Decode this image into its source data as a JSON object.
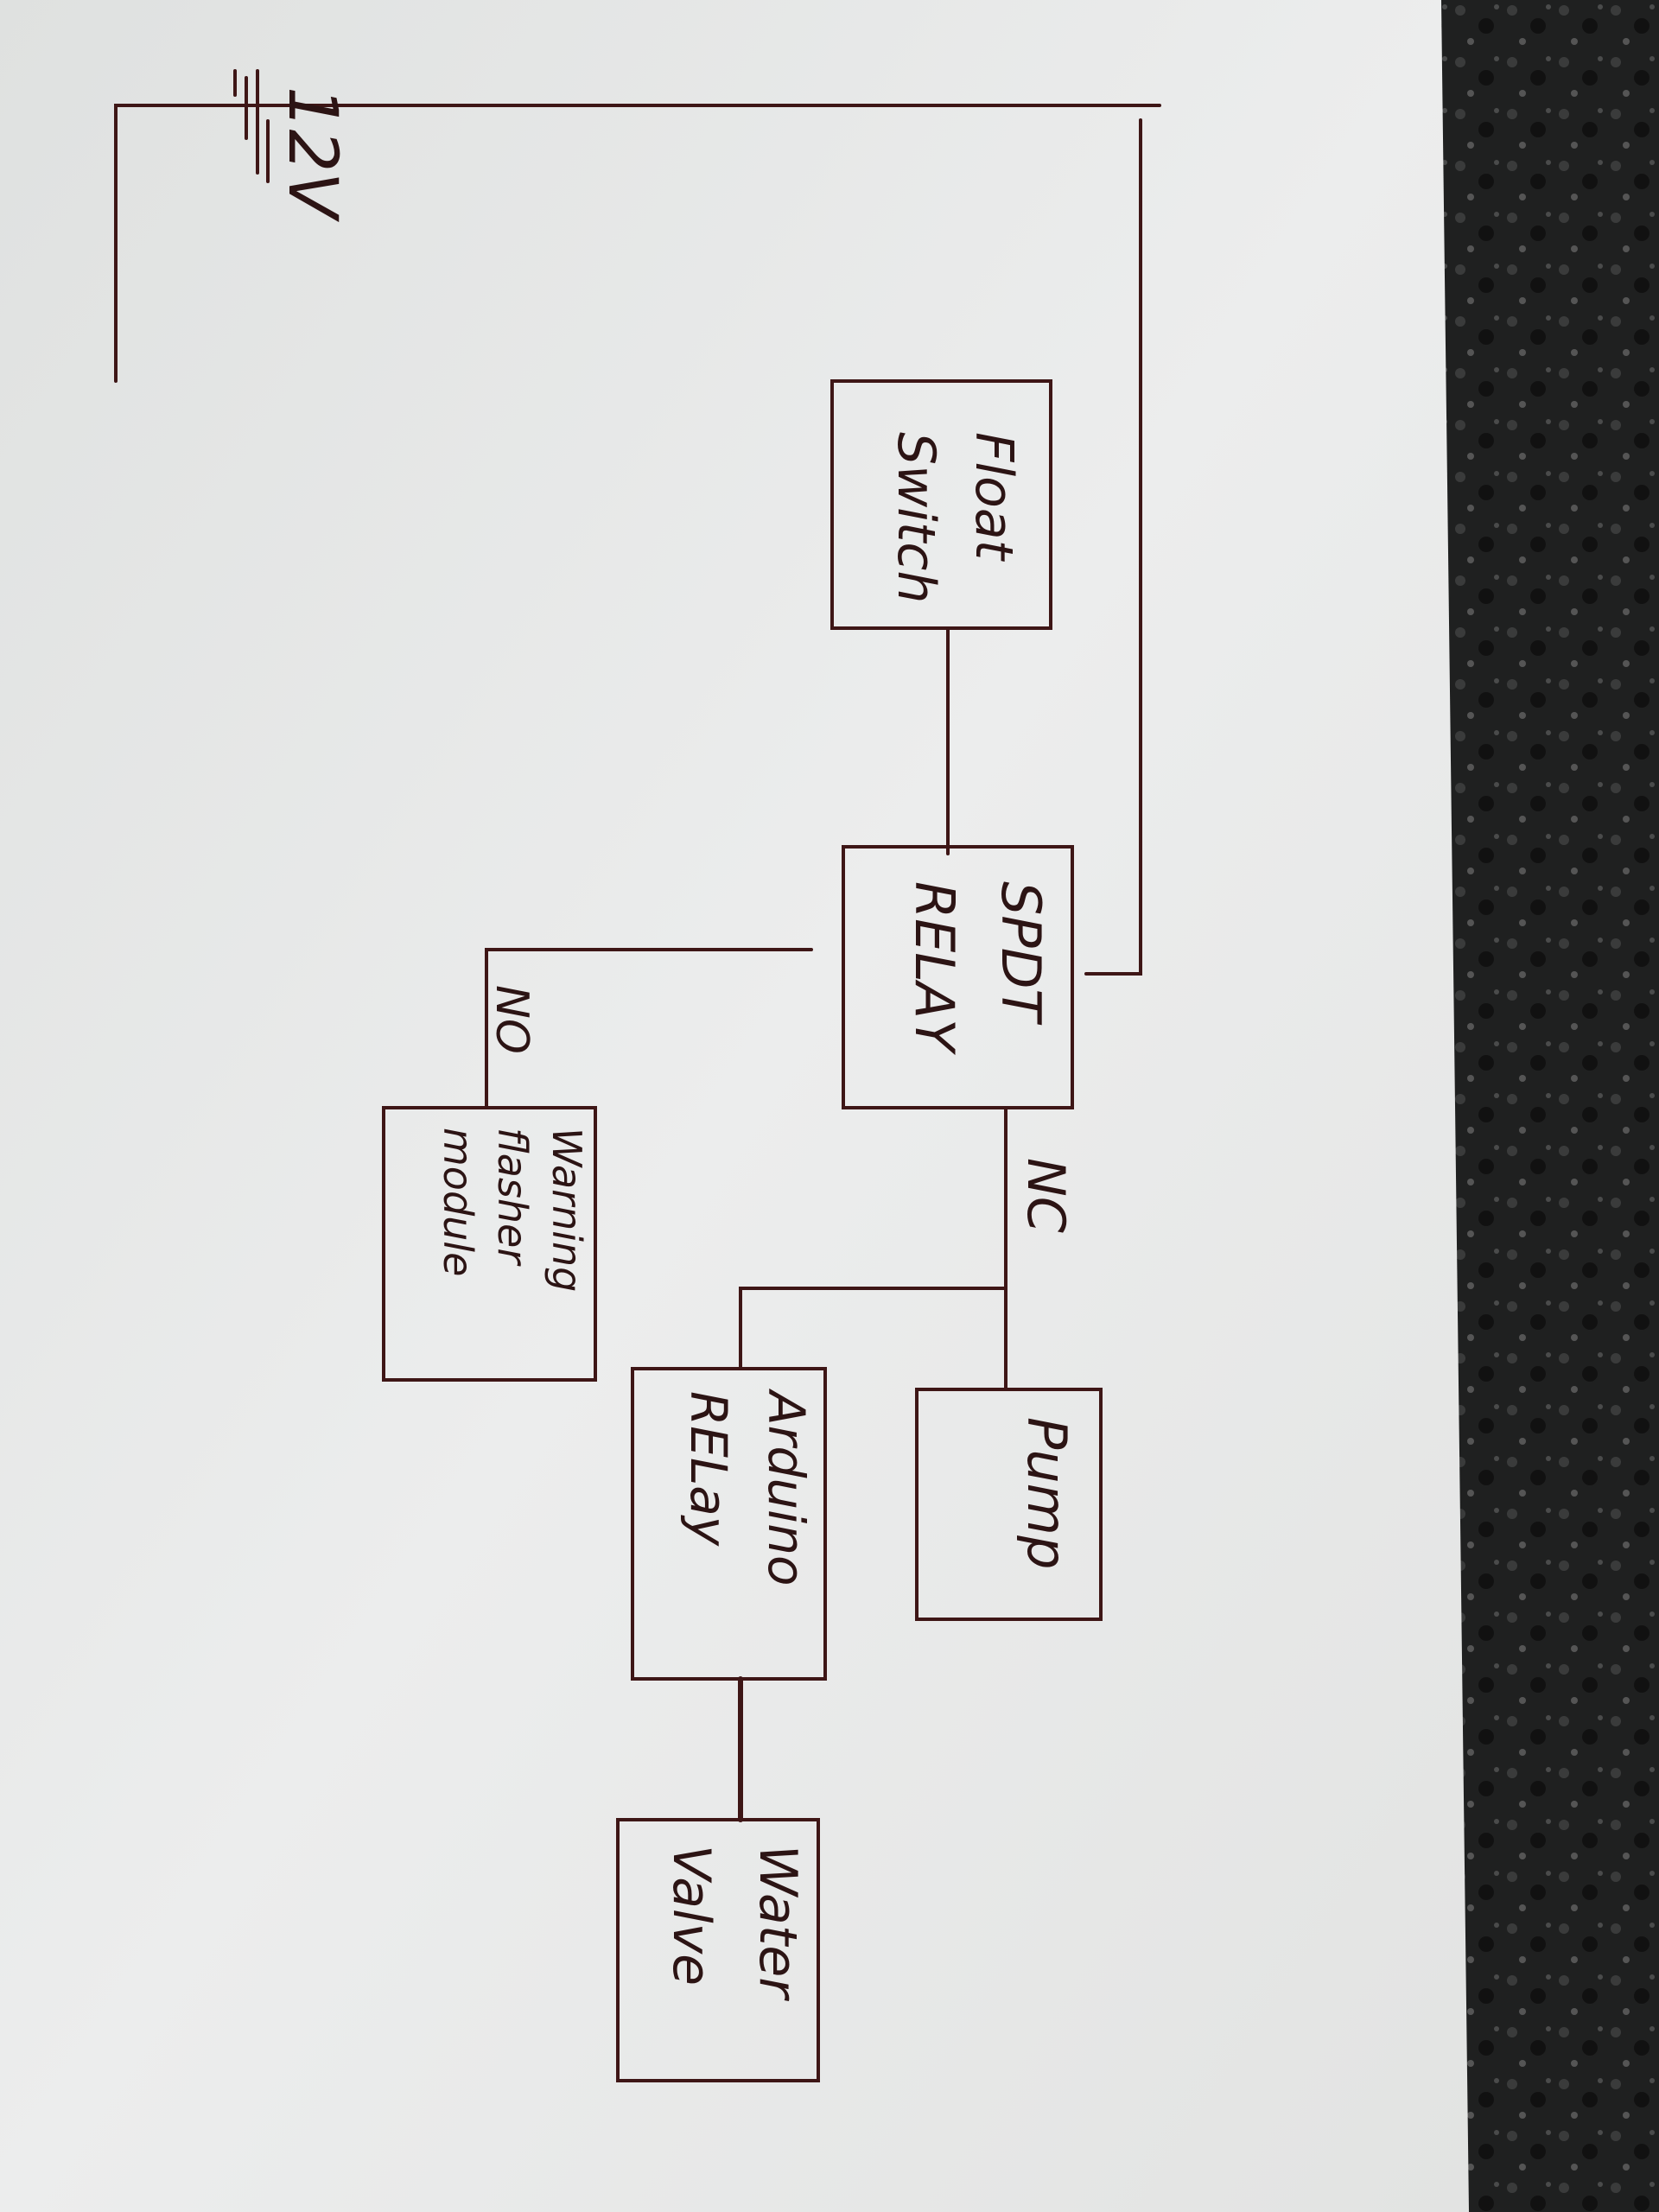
{
  "power": {
    "label": "12V",
    "symbol": "battery-icon"
  },
  "components": {
    "float_switch": {
      "line1": "Float",
      "line2": "Switch"
    },
    "relay": {
      "line1": "SPDT",
      "line2": "RELAY"
    },
    "pump": {
      "line1": "Pump"
    },
    "arduino_relay": {
      "line1": "Arduino",
      "line2": "RELay"
    },
    "water_valve": {
      "line1": "Water",
      "line2": "Valve"
    },
    "flasher": {
      "line1": "Warning",
      "line2": "flasher",
      "line3": "module"
    }
  },
  "contacts": {
    "nc": "NC",
    "no": "NO"
  },
  "colors": {
    "ink": "#3e1616",
    "paper": "#e9eae8",
    "counter": "#1e1f1f"
  }
}
